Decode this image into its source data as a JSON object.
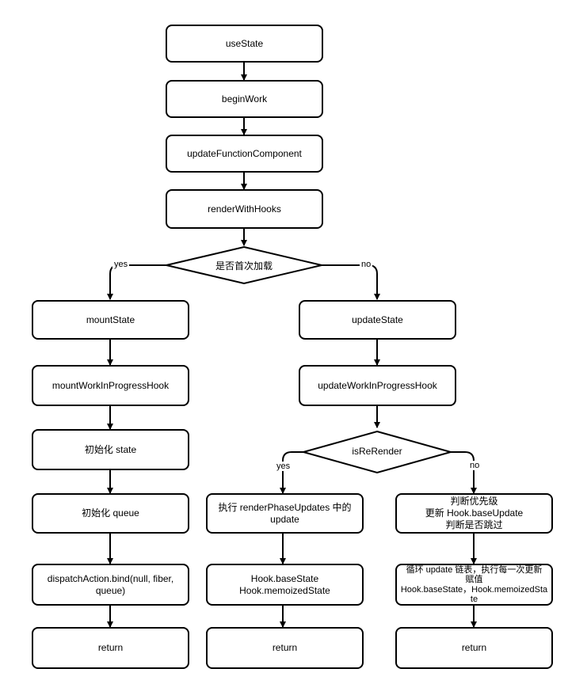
{
  "nodes": {
    "use_state": "useState",
    "begin_work": "beginWork",
    "update_function_component": "updateFunctionComponent",
    "render_with_hooks": "renderWithHooks",
    "is_first_load": "是否首次加载",
    "mount_state": "mountState",
    "mount_wip_hook": "mountWorkInProgressHook",
    "init_state": "初始化 state",
    "init_queue": "初始化 queue",
    "dispatch_action_bind": "dispatchAction.bind(null, fiber,\nqueue)",
    "return_left": "return",
    "update_state": "updateState",
    "update_wip_hook": "updateWorkInProgressHook",
    "is_rerender": "isReRender",
    "exec_render_phase": "执行 renderPhaseUpdates 中的\nupdate",
    "hook_base_memoized": "Hook.baseState\nHook.memoizedState",
    "return_middle": "return",
    "priority_check": "判断优先级\n更新 Hook.baseUpdate\n判断是否跳过",
    "loop_update": "循环 update 链表，执行每一次更新\n赋值\nHook.baseState，Hook.memoizedSta\nte",
    "return_right": "return"
  },
  "edges": {
    "first_load_yes": "yes",
    "first_load_no": "no",
    "rerender_yes": "yes",
    "rerender_no": "no"
  }
}
